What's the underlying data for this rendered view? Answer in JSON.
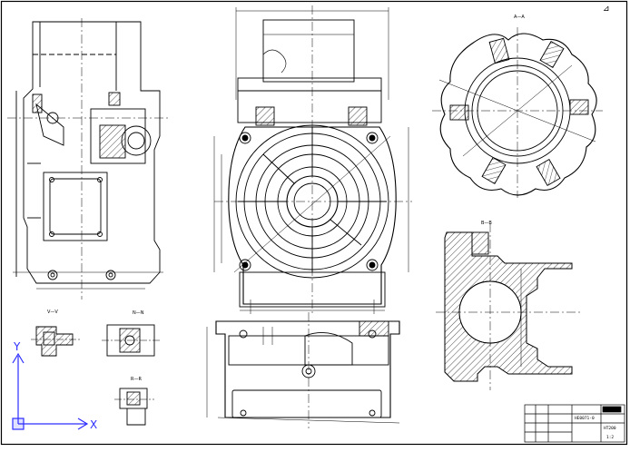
{
  "drawing": {
    "corner_symbol": "⊿",
    "views": {
      "section_a": "A—A",
      "section_b": "B—B",
      "detail_v": "V—V",
      "detail_n": "N—N",
      "detail_r": "R—R"
    },
    "ucs": {
      "x_label": "X",
      "y_label": "Y"
    },
    "title_block": {
      "drawing_number": "HE0071-0",
      "material": "HT200",
      "scale": "1:2"
    }
  },
  "colors": {
    "ink": "#000000",
    "ucs": "#2d2dff",
    "paper": "#ffffff"
  }
}
